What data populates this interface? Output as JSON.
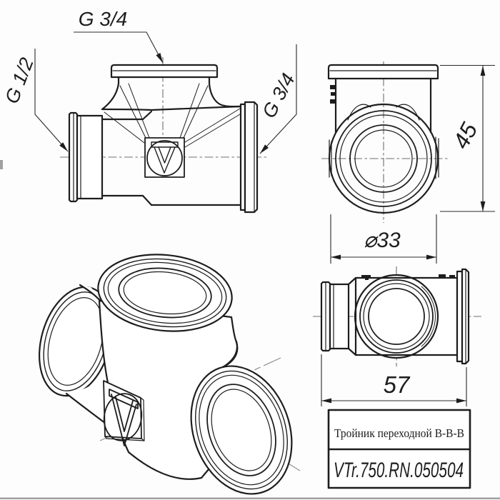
{
  "drawing": {
    "thread_labels": {
      "top": "G 3/4",
      "left": "G 1/2",
      "right": "G 3/4"
    },
    "dimensions": {
      "height": "45",
      "diameter": "⌀33",
      "length": "57"
    },
    "title_block": {
      "name": "Тройник переходной В-В-В",
      "article": "VTr.750.RN.050504"
    },
    "icons": {
      "logo": "VT-monogram"
    }
  },
  "colors": {
    "line": "#1d1d1d",
    "centerline": "#6f6f6f",
    "background": "#ffffff"
  }
}
